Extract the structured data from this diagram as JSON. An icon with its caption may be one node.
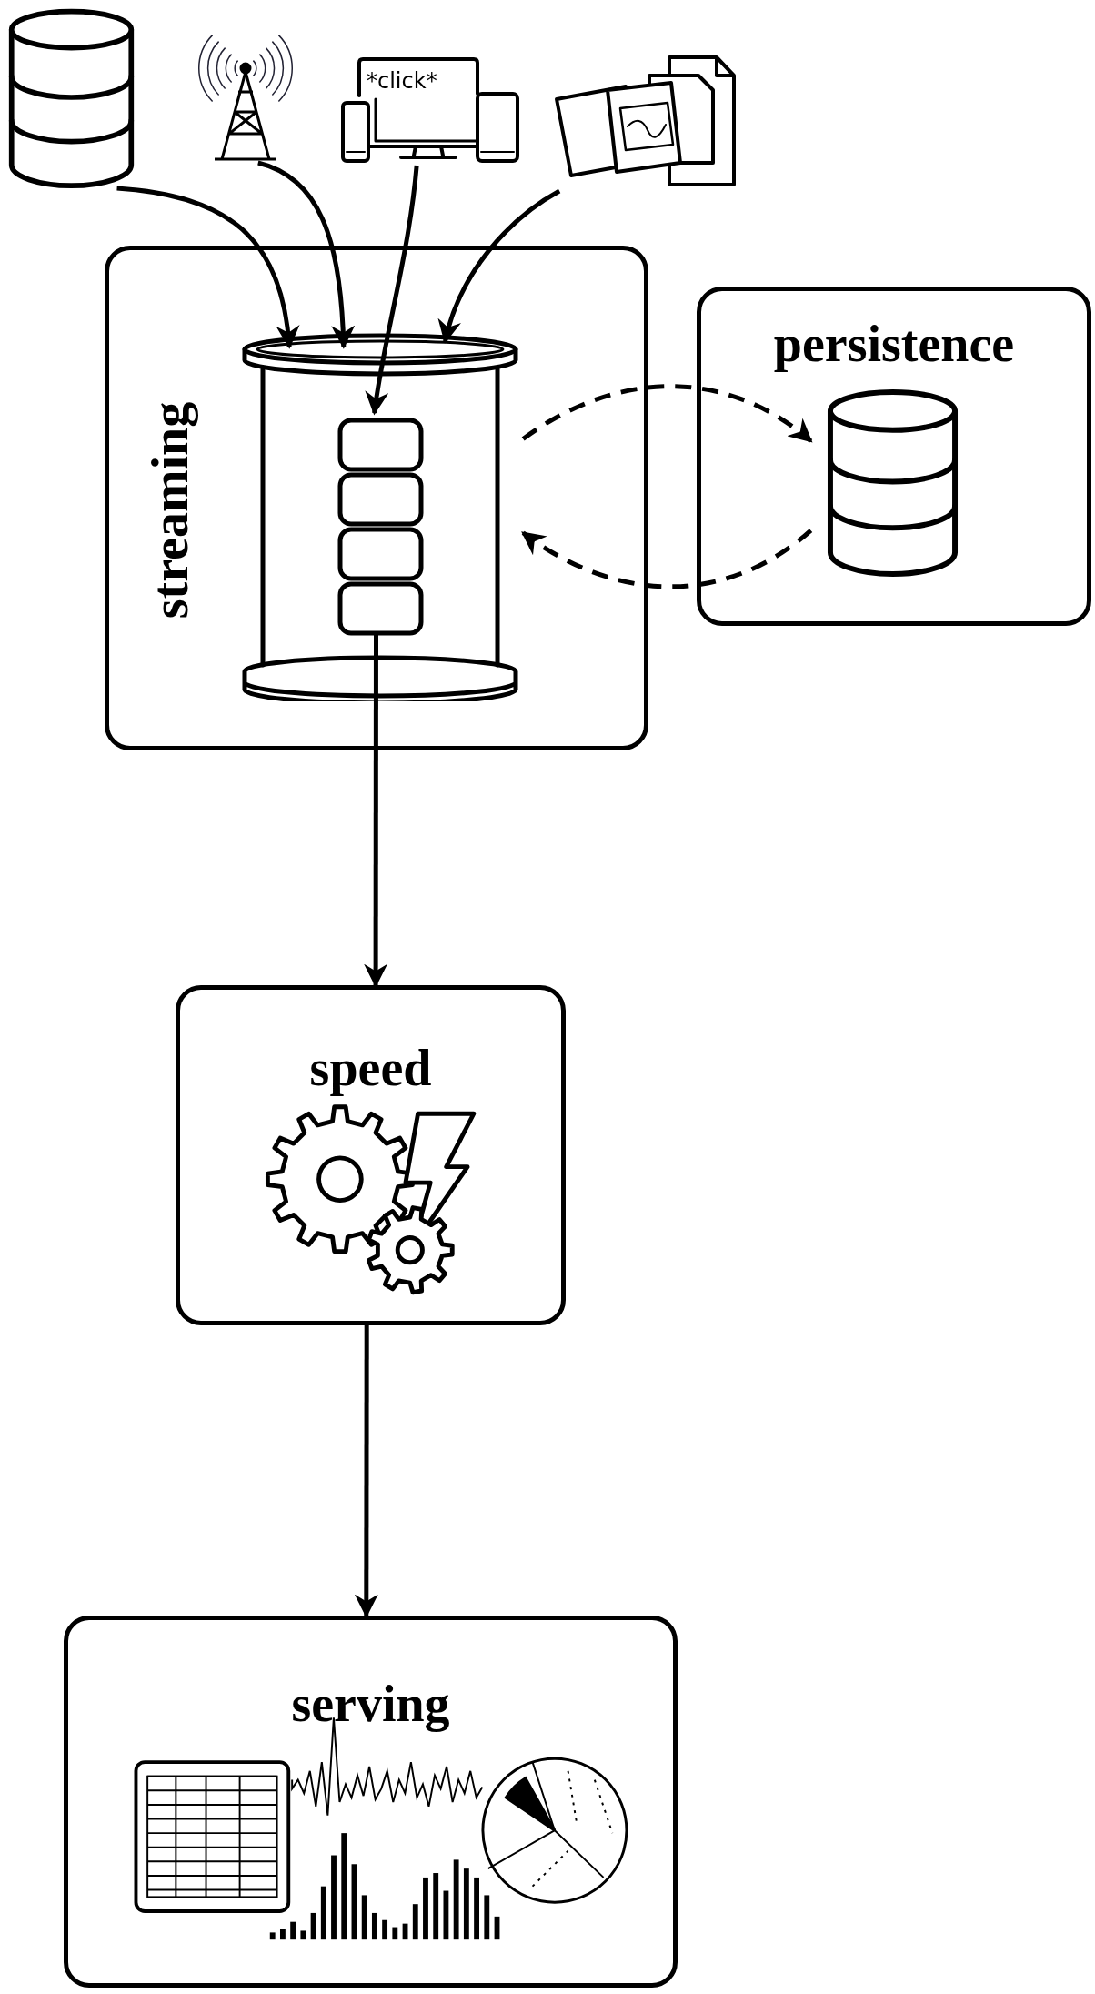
{
  "diagram": {
    "nodes": [
      {
        "text": [],
        "shape": "cylinder"
      },
      {
        "text": [],
        "shape": "picture"
      },
      {
        "text": [
          "*click*"
        ]
      },
      {
        "text": [],
        "shape": "picture"
      },
      {
        "text": [
          "streaming"
        ]
      },
      {
        "text": [],
        "shape": "cylinder",
        "in": 4
      },
      {
        "text": [],
        "shape": "box",
        "in": 5
      },
      {
        "text": [
          "persistence"
        ]
      },
      {
        "text": [],
        "shape": "cylinder",
        "in": 7
      },
      {
        "text": [
          "speed"
        ]
      },
      {
        "text": [
          "serving"
        ]
      }
    ],
    "edges": [
      {
        "from": 0,
        "to": 5,
        "arrow": "to"
      },
      {
        "from": 1,
        "to": 5,
        "arrow": "to"
      },
      {
        "from": 2,
        "to": 6,
        "arrow": "to"
      },
      {
        "from": 3,
        "to": 5,
        "arrow": "to"
      },
      {
        "from": 5,
        "to": 8,
        "arrow": "to",
        "style": "dashed"
      },
      {
        "from": 8,
        "to": 5,
        "arrow": "to",
        "style": "dashed"
      },
      {
        "from": 6,
        "to": 9,
        "arrow": "to"
      },
      {
        "from": 9,
        "to": 10,
        "arrow": "to"
      }
    ]
  }
}
